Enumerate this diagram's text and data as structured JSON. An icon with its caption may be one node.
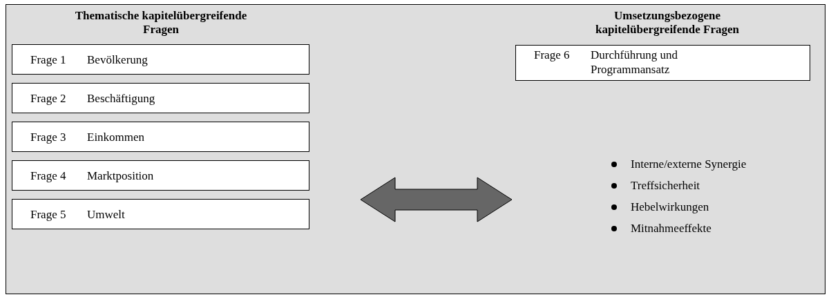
{
  "diagram": {
    "nodes": [
      {
        "text": [],
        "shape": "box"
      },
      {
        "text": [
          "Thematische kapitelübergreifende Fragen"
        ],
        "in": 0
      },
      {
        "text": [
          "Frage 1",
          "Bevölkerung"
        ],
        "in": 1
      },
      {
        "text": [
          "Frage 2",
          "Beschäftigung"
        ],
        "in": 1
      },
      {
        "text": [
          "Frage 3",
          "Einkommen"
        ],
        "in": 1
      },
      {
        "text": [
          "Frage 4",
          "Marktposition"
        ],
        "in": 1
      },
      {
        "text": [
          "Frage 5",
          "Umwelt"
        ],
        "in": 1
      },
      {
        "text": [
          "Umsetzungsbezogene kapitelübergreifende Fragen"
        ],
        "in": 0
      },
      {
        "text": [
          "Frage 6",
          "Durchführung und Programmansatz"
        ],
        "in": 7
      }
    ],
    "edges": [
      {
        "from": 1,
        "to": 7,
        "arrow": "both",
        "style": "thick",
        "color": "#666666"
      }
    ],
    "labels": [
      "Interne/externe Synergie",
      "Treffsicherheit",
      "Hebelwirkungen",
      "Mitnahmeeffekte"
    ]
  }
}
